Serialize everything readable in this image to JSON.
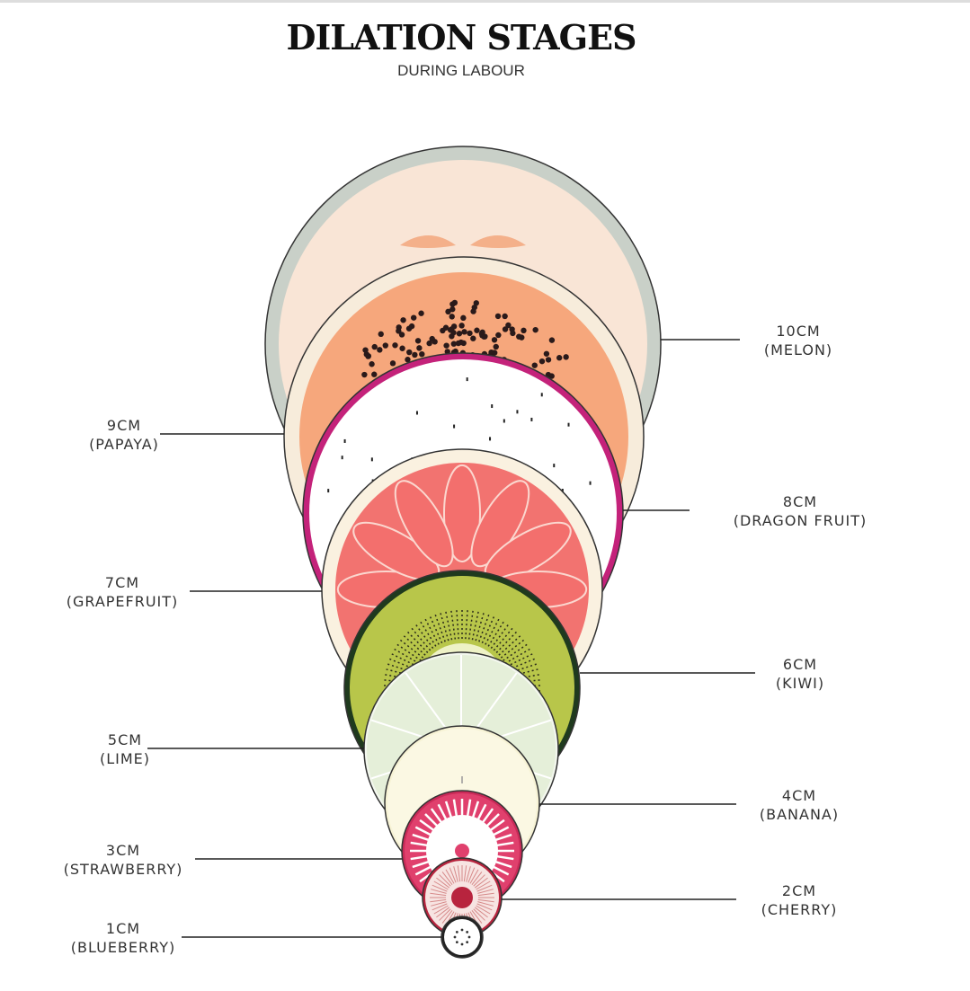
{
  "title": "DILATION STAGES",
  "subtitle": "DURING LABOUR",
  "stages": [
    {
      "cm": "10CM",
      "fruit": "(MELON)",
      "color": "#f9e5d6",
      "rim": "#c9d0c8"
    },
    {
      "cm": "9CM",
      "fruit": "(PAPAYA)",
      "color": "#f6a77c",
      "rim": "#f7ecdb"
    },
    {
      "cm": "8CM",
      "fruit": "(DRAGON FRUIT)",
      "color": "#ffffff",
      "rim": "#c4227a"
    },
    {
      "cm": "7CM",
      "fruit": "(GRAPEFRUIT)",
      "color": "#f27370",
      "rim": "#faf1e0"
    },
    {
      "cm": "6CM",
      "fruit": "(KIWI)",
      "color": "#b8c64a",
      "rim": "#1f3a1e"
    },
    {
      "cm": "5CM",
      "fruit": "(LIME)",
      "color": "#e5efd9",
      "rim": "#f3f7ee"
    },
    {
      "cm": "4CM",
      "fruit": "(BANANA)",
      "color": "#fbf8e3",
      "rim": "#f7f3d5"
    },
    {
      "cm": "3CM",
      "fruit": "(STRAWBERRY)",
      "color": "#e0406d",
      "rim": "#c92a58"
    },
    {
      "cm": "2CM",
      "fruit": "(CHERRY)",
      "color": "#f7e4e2",
      "rim": "#b8243e"
    },
    {
      "cm": "1CM",
      "fruit": "(BLUEBERRY)",
      "color": "#ffffff",
      "rim": "#222222"
    }
  ]
}
